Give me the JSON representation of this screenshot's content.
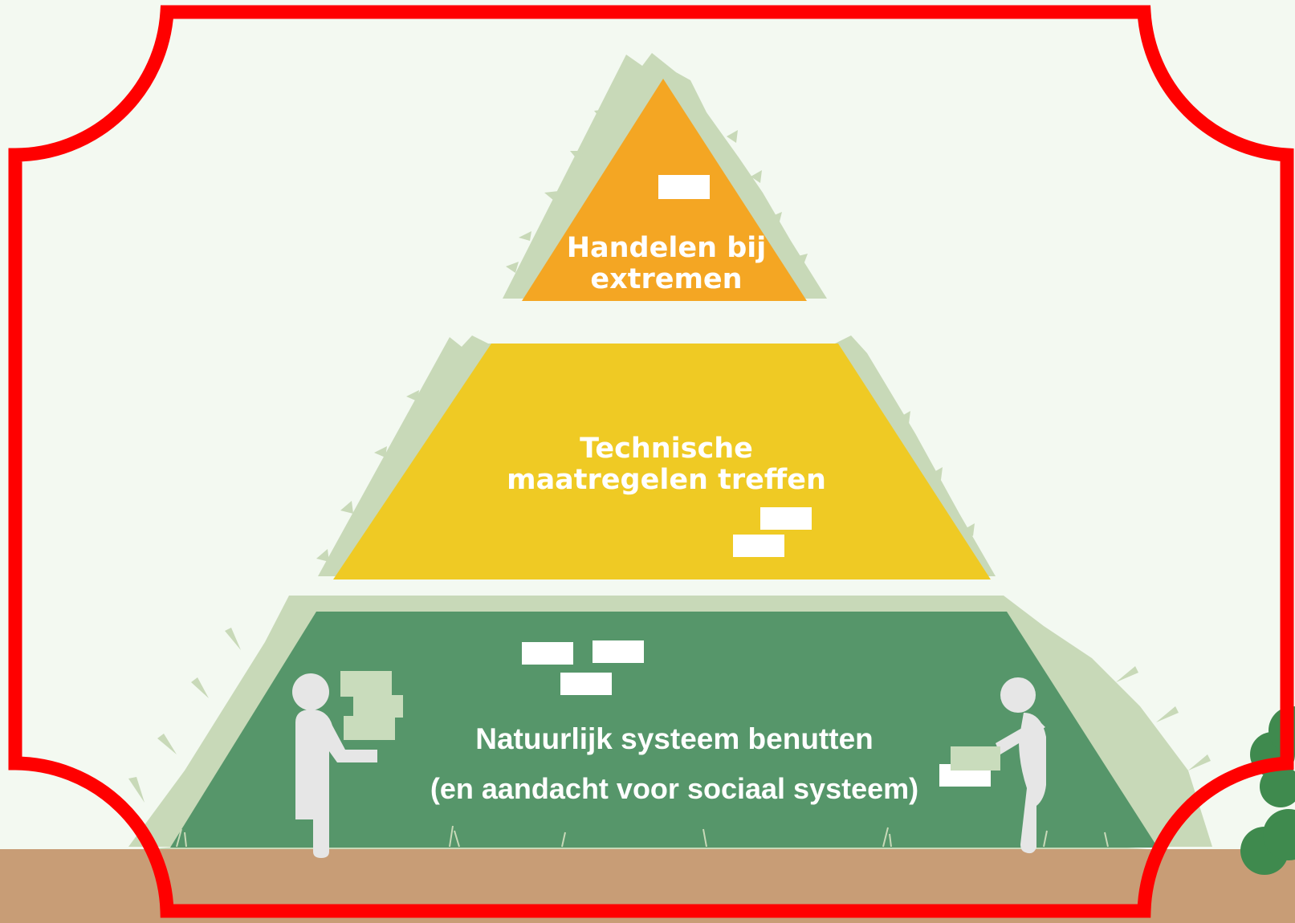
{
  "pyramid": {
    "top": {
      "line1": "Handelen bij",
      "line2": "extremen",
      "color": "#f4a623"
    },
    "middle": {
      "line1": "Technische",
      "line2": "maatregelen treffen",
      "color": "#efca24"
    },
    "base": {
      "line1": "Natuurlijk systeem benutten",
      "line2": "(en aandacht voor sociaal systeem)",
      "color": "#56966a"
    }
  },
  "colors": {
    "frame": "#ff0000",
    "background": "#f3f9f1",
    "ground": "#c89d76",
    "grass": "#c8d9b8",
    "figure": "#e6e6e6",
    "brick": "#ffffff",
    "box": "#c9dcbc",
    "shrub": "#3f8a4e"
  }
}
